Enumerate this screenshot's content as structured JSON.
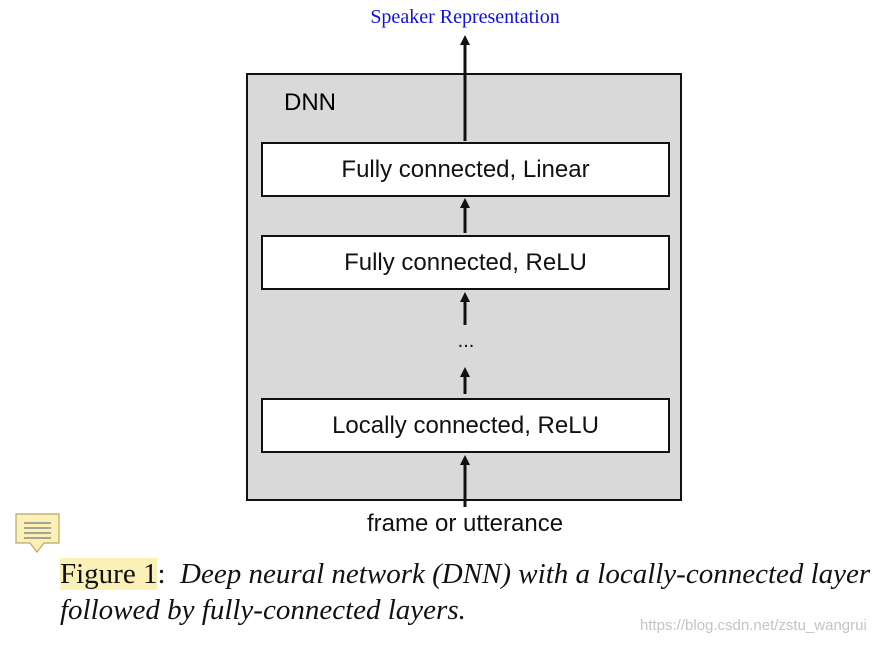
{
  "diagram": {
    "output_label": "Speaker Representation",
    "container_label": "DNN",
    "layers": [
      {
        "label": "Fully connected, Linear"
      },
      {
        "label": "Fully connected, ReLU"
      },
      {
        "label": "Locally connected, ReLU"
      }
    ],
    "ellipsis": "...",
    "input_label": "frame or utterance"
  },
  "caption": {
    "figure_ref": "Figure 1",
    "separator": ":",
    "text": "Deep neural network (DNN) with a locally-connected layer followed by fully-connected layers."
  },
  "watermark": "https://blog.csdn.net/zstu_wangrui",
  "colors": {
    "output_label": "#1010e0",
    "container_fill": "#d9d9d9",
    "caption_highlight": "#fbf0b5",
    "note_icon_fill": "#fbf0b5"
  }
}
